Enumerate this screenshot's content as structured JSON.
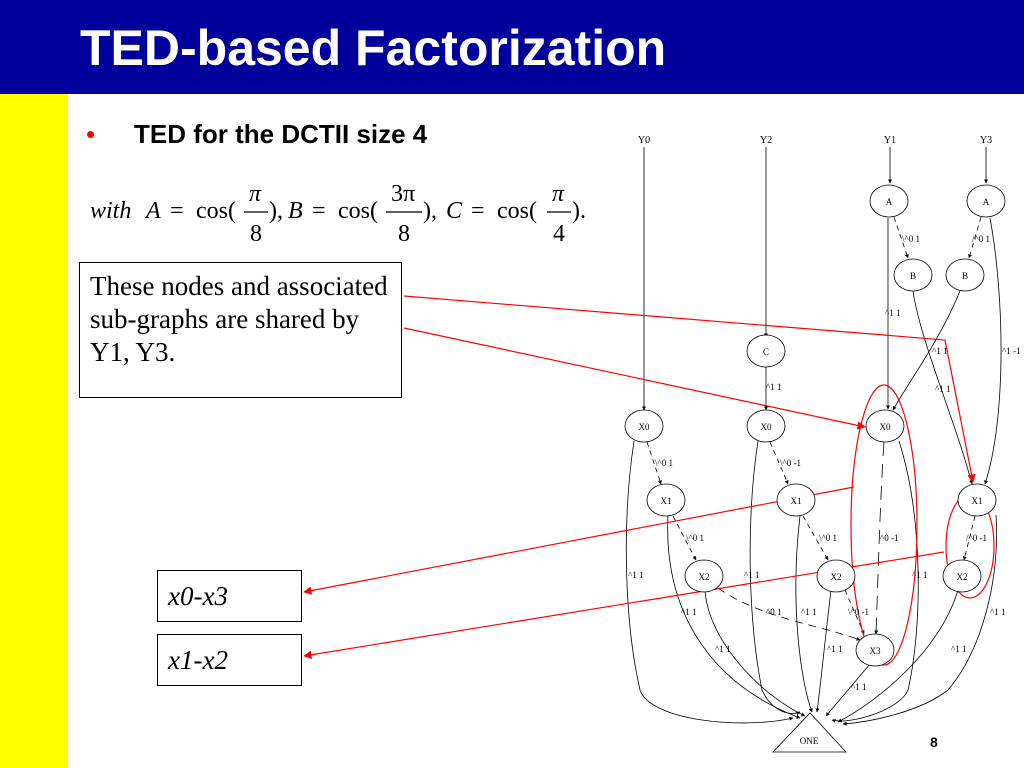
{
  "slide": {
    "title": "TED-based Factorization",
    "bullet": "TED for the DCTII size 4",
    "note": "These nodes and associated sub-graphs are shared by Y1, Y3.",
    "label_x0x3": "x0-x3",
    "label_x1x2": "x1-x2",
    "page_number": "8"
  },
  "formula": {
    "with": "with",
    "A": "A",
    "B": "B",
    "C": "C",
    "eq": "=",
    "cos_open": "cos(",
    "close_comma": "),",
    "close_period": ").",
    "pi": "π",
    "three_pi": "3π",
    "den_8": "8",
    "den_4": "4"
  },
  "colors": {
    "title_bar": "#00009a",
    "left_band": "#ffff00",
    "bullet": "#ff0000",
    "highlight": "#ff0000"
  },
  "diagram": {
    "roots": [
      "Y0",
      "Y2",
      "Y1",
      "Y3"
    ],
    "nodes": {
      "a1": "A",
      "a3": "A",
      "b1": "B",
      "b3": "B",
      "c": "C",
      "x0_0": "X0",
      "x0_2": "X0",
      "x0_1": "X0",
      "x1_0": "X1",
      "x1_2": "X1",
      "x1_3": "X1",
      "x2_0": "X2",
      "x2_2": "X2",
      "x2_3": "X2",
      "x3": "X3",
      "one": "ONE"
    },
    "edge_labels": {
      "a1_b1": "\\^0 1",
      "a3_b3": "/^0 1",
      "a1_x0_1": "^1 1",
      "b1_x1_3": "^1 1",
      "b3_x0_1": "^1 1",
      "a3_x1_3": "^1 -1",
      "c_x0_2": "^1 1",
      "x0_0_x1_0": "\\^0 1",
      "x0_2_x1_2": "\\^0 -1",
      "x1_0_x2_0": "\\^0 1",
      "x1_2_x2_2": "\\^0 1",
      "x0_1_x3": "^0 -1",
      "x1_3_x2_3": "/^0 -1",
      "x0_0_one": "^1 1",
      "x0_2_one": "^1 1",
      "x0_1_one": "^1 1",
      "x2_0_x3": "^0 1",
      "x2_0_one": "^1 1",
      "x2_2_x3": "\\^0 -1",
      "x2_2_one": "^1 1",
      "x1_0_one": "^1 1",
      "x1_2_one": "^1 1",
      "x1_3_one": "^1 1",
      "x2_3_one": "^1 1",
      "x3_one": "^1 1"
    }
  }
}
